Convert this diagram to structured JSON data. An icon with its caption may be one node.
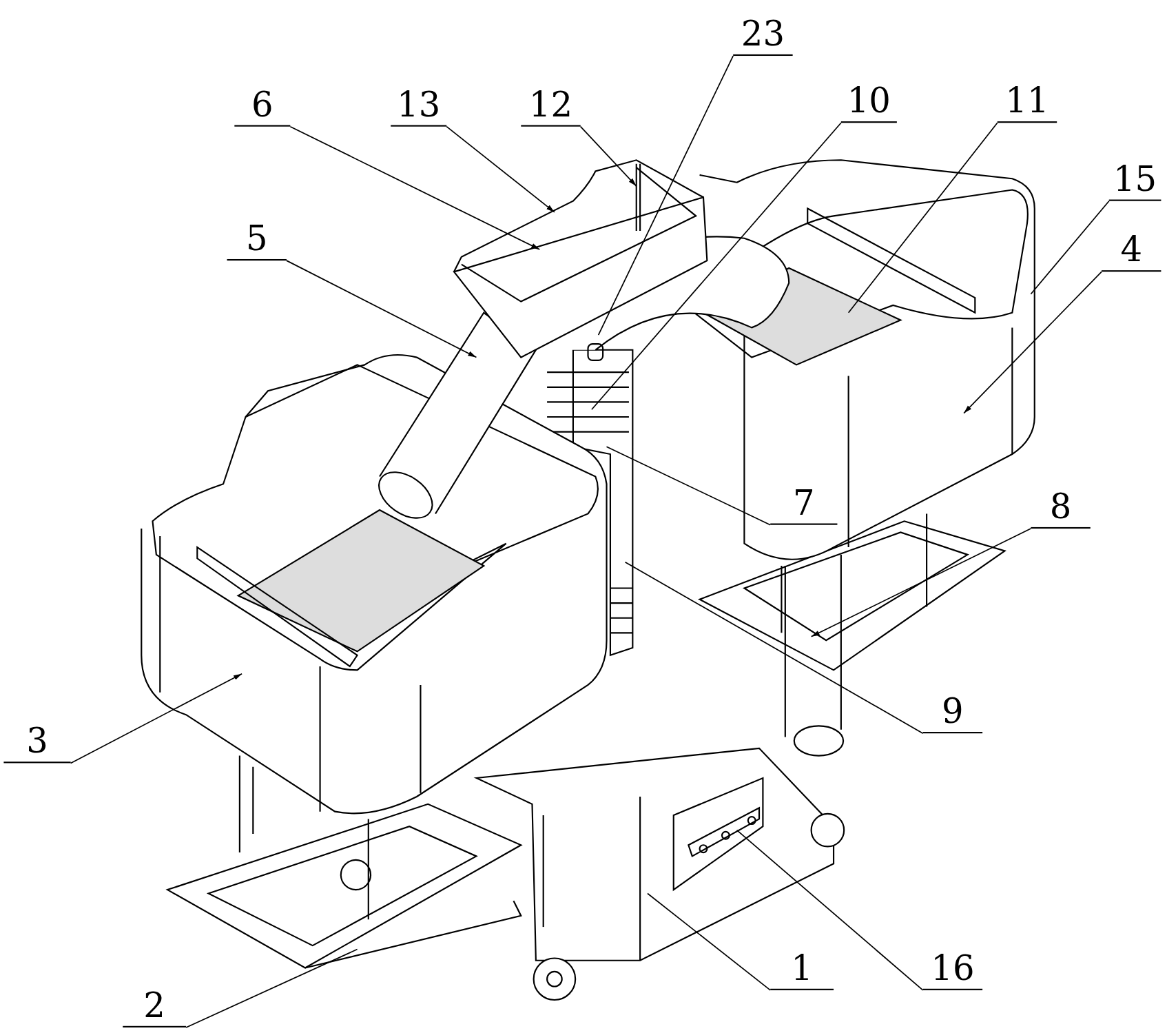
{
  "diagram": {
    "nodes": [
      {
        "text": [
          "23"
        ]
      },
      {
        "text": [
          "6"
        ]
      },
      {
        "text": [
          "13"
        ]
      },
      {
        "text": [
          "12"
        ]
      },
      {
        "text": [
          "10"
        ]
      },
      {
        "text": [
          "11"
        ]
      },
      {
        "text": [
          "15"
        ]
      },
      {
        "text": [
          "5"
        ]
      },
      {
        "text": [
          "4"
        ]
      },
      {
        "text": [
          "7"
        ]
      },
      {
        "text": [
          "8"
        ]
      },
      {
        "text": [
          "9"
        ]
      },
      {
        "text": [
          "3"
        ]
      },
      {
        "text": [
          "16"
        ]
      },
      {
        "text": [
          "1"
        ]
      },
      {
        "text": [
          "2"
        ]
      }
    ],
    "edges": [
      {
        "from": 0,
        "to": null,
        "arrow": "none"
      },
      {
        "from": 1,
        "to": null,
        "arrow": "to"
      },
      {
        "from": 2,
        "to": null,
        "arrow": "to"
      },
      {
        "from": 3,
        "to": null,
        "arrow": "to"
      },
      {
        "from": 4,
        "to": null,
        "arrow": "none"
      },
      {
        "from": 5,
        "to": null,
        "arrow": "none"
      },
      {
        "from": 6,
        "to": null,
        "arrow": "none"
      },
      {
        "from": 7,
        "to": null,
        "arrow": "to"
      },
      {
        "from": 8,
        "to": null,
        "arrow": "to"
      },
      {
        "from": 9,
        "to": null,
        "arrow": "none"
      },
      {
        "from": 10,
        "to": null,
        "arrow": "to"
      },
      {
        "from": 11,
        "to": null,
        "arrow": "none"
      },
      {
        "from": 12,
        "to": null,
        "arrow": "to"
      },
      {
        "from": 13,
        "to": null,
        "arrow": "none"
      },
      {
        "from": 14,
        "to": null,
        "arrow": "none"
      },
      {
        "from": 15,
        "to": null,
        "arrow": "none"
      }
    ]
  }
}
